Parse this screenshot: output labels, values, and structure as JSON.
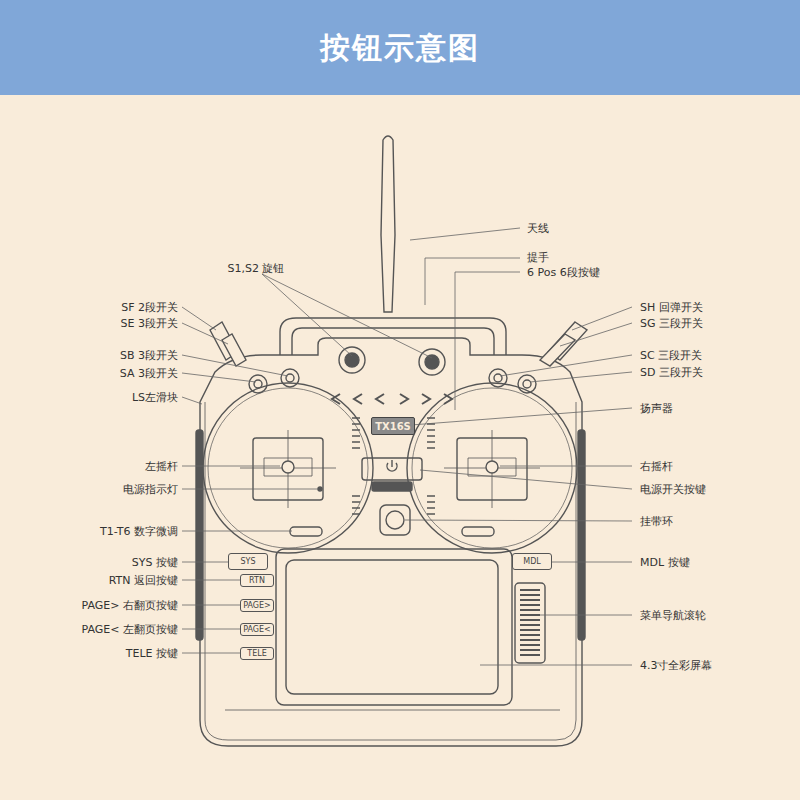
{
  "diagram": {
    "title": "按钮示意图",
    "nodes": [
      {
        "text": [
          "TX16S"
        ]
      },
      {
        "text": [
          "SYS"
        ]
      },
      {
        "text": [
          "MDL"
        ]
      },
      {
        "text": [
          "RTN"
        ]
      },
      {
        "text": [
          "PAGE>"
        ]
      },
      {
        "text": [
          "PAGE<"
        ]
      },
      {
        "text": [
          "TELE"
        ]
      }
    ],
    "labels": [
      "天线",
      "提手",
      "6 Pos 6段按键",
      "S1,S2 旋钮",
      "SF 2段开关",
      "SE 3段开关",
      "SH 回弹开关",
      "SG 三段开关",
      "SB 3段开关",
      "SA 3段开关",
      "SC 三段开关",
      "SD 三段开关",
      "LS左滑块",
      "扬声器",
      "左摇杆",
      "右摇杆",
      "电源指示灯",
      "电源开关按键",
      "T1-T6 数字微调",
      "挂带环",
      "SYS 按键",
      "MDL 按键",
      "RTN 返回按键",
      "PAGE> 右翻页按键",
      "菜单导航滚轮",
      "PAGE< 左翻页按键",
      "TELE 按键",
      "4.3寸全彩屏幕"
    ]
  }
}
